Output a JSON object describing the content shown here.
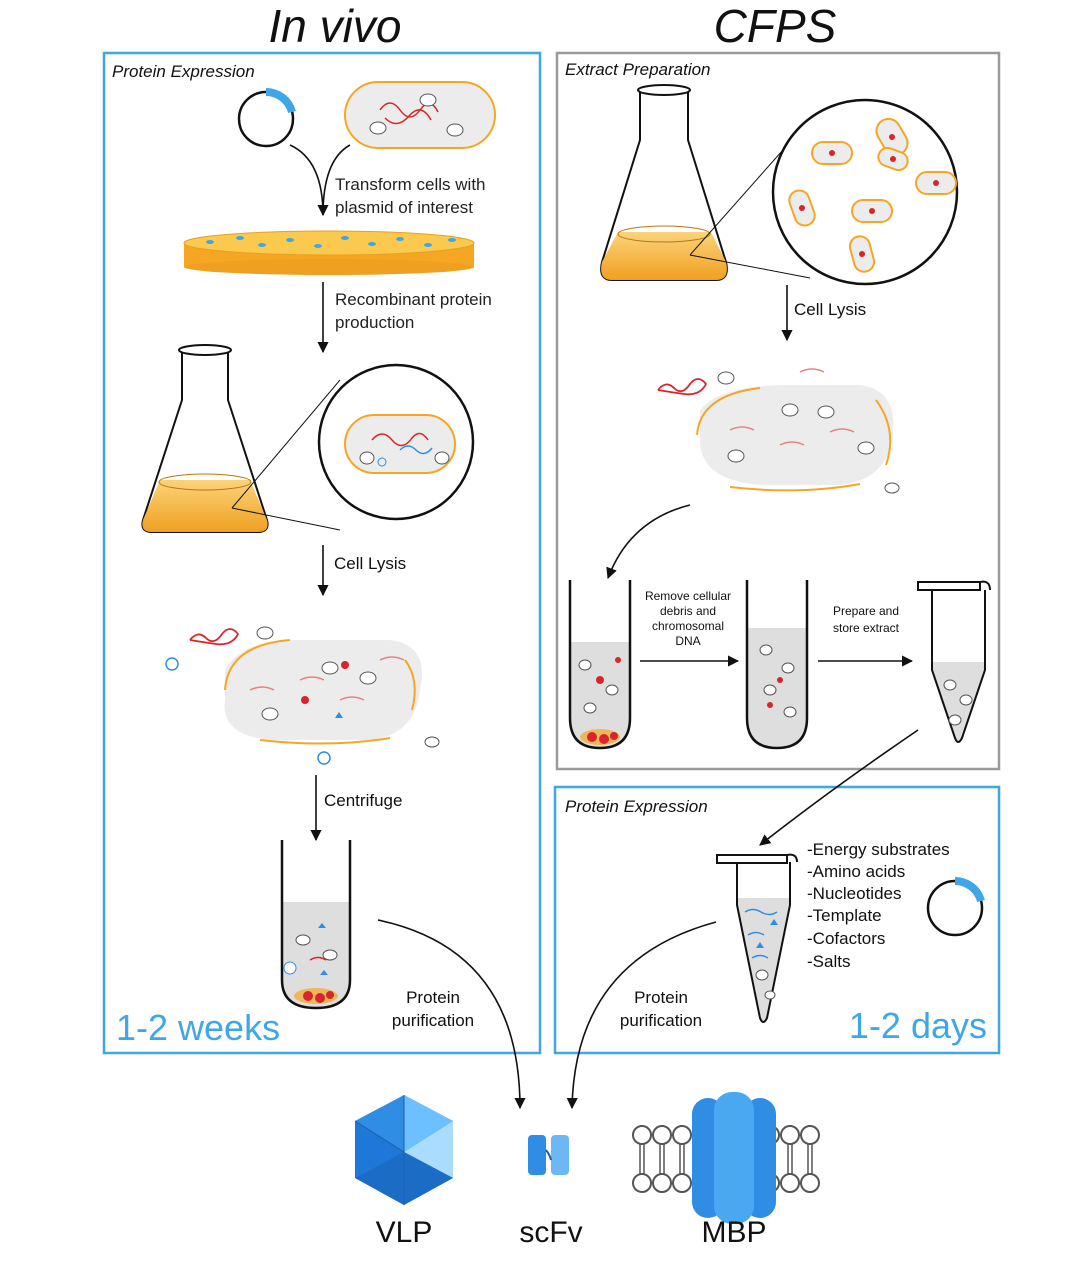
{
  "headers": {
    "in_vivo": "In vivo",
    "cfps": "CFPS"
  },
  "in_vivo": {
    "section_title": "Protein Expression",
    "step_transform": [
      "Transform cells with",
      "plasmid of interest"
    ],
    "step_production": [
      "Recombinant protein",
      "production"
    ],
    "step_lysis": "Cell Lysis",
    "step_centrifuge": "Centrifuge",
    "step_purification": [
      "Protein",
      "purification"
    ],
    "duration": "1-2 weeks"
  },
  "cfps": {
    "extract_title": "Extract Preparation",
    "step_lysis": "Cell Lysis",
    "step_remove": [
      "Remove cellular",
      "debris and",
      "chromosomal",
      "DNA"
    ],
    "step_prepare": [
      "Prepare and",
      "store extract"
    ],
    "expression_title": "Protein Expression",
    "components": [
      "-Energy substrates",
      "-Amino acids",
      "-Nucleotides",
      "-Template",
      "-Cofactors",
      "-Salts"
    ],
    "step_purification": [
      "Protein",
      "purification"
    ],
    "duration": "1-2 days"
  },
  "products": [
    "VLP",
    "scFv",
    "MBP"
  ],
  "colors": {
    "in_vivo_border": "#3fa6e8",
    "cfps_extract_border": "#9a9a9a",
    "cfps_expression_border": "#3fa6e8",
    "culture": "#f5a623",
    "protein_blue": "#2f8de4",
    "dna_red": "#d9252a"
  }
}
